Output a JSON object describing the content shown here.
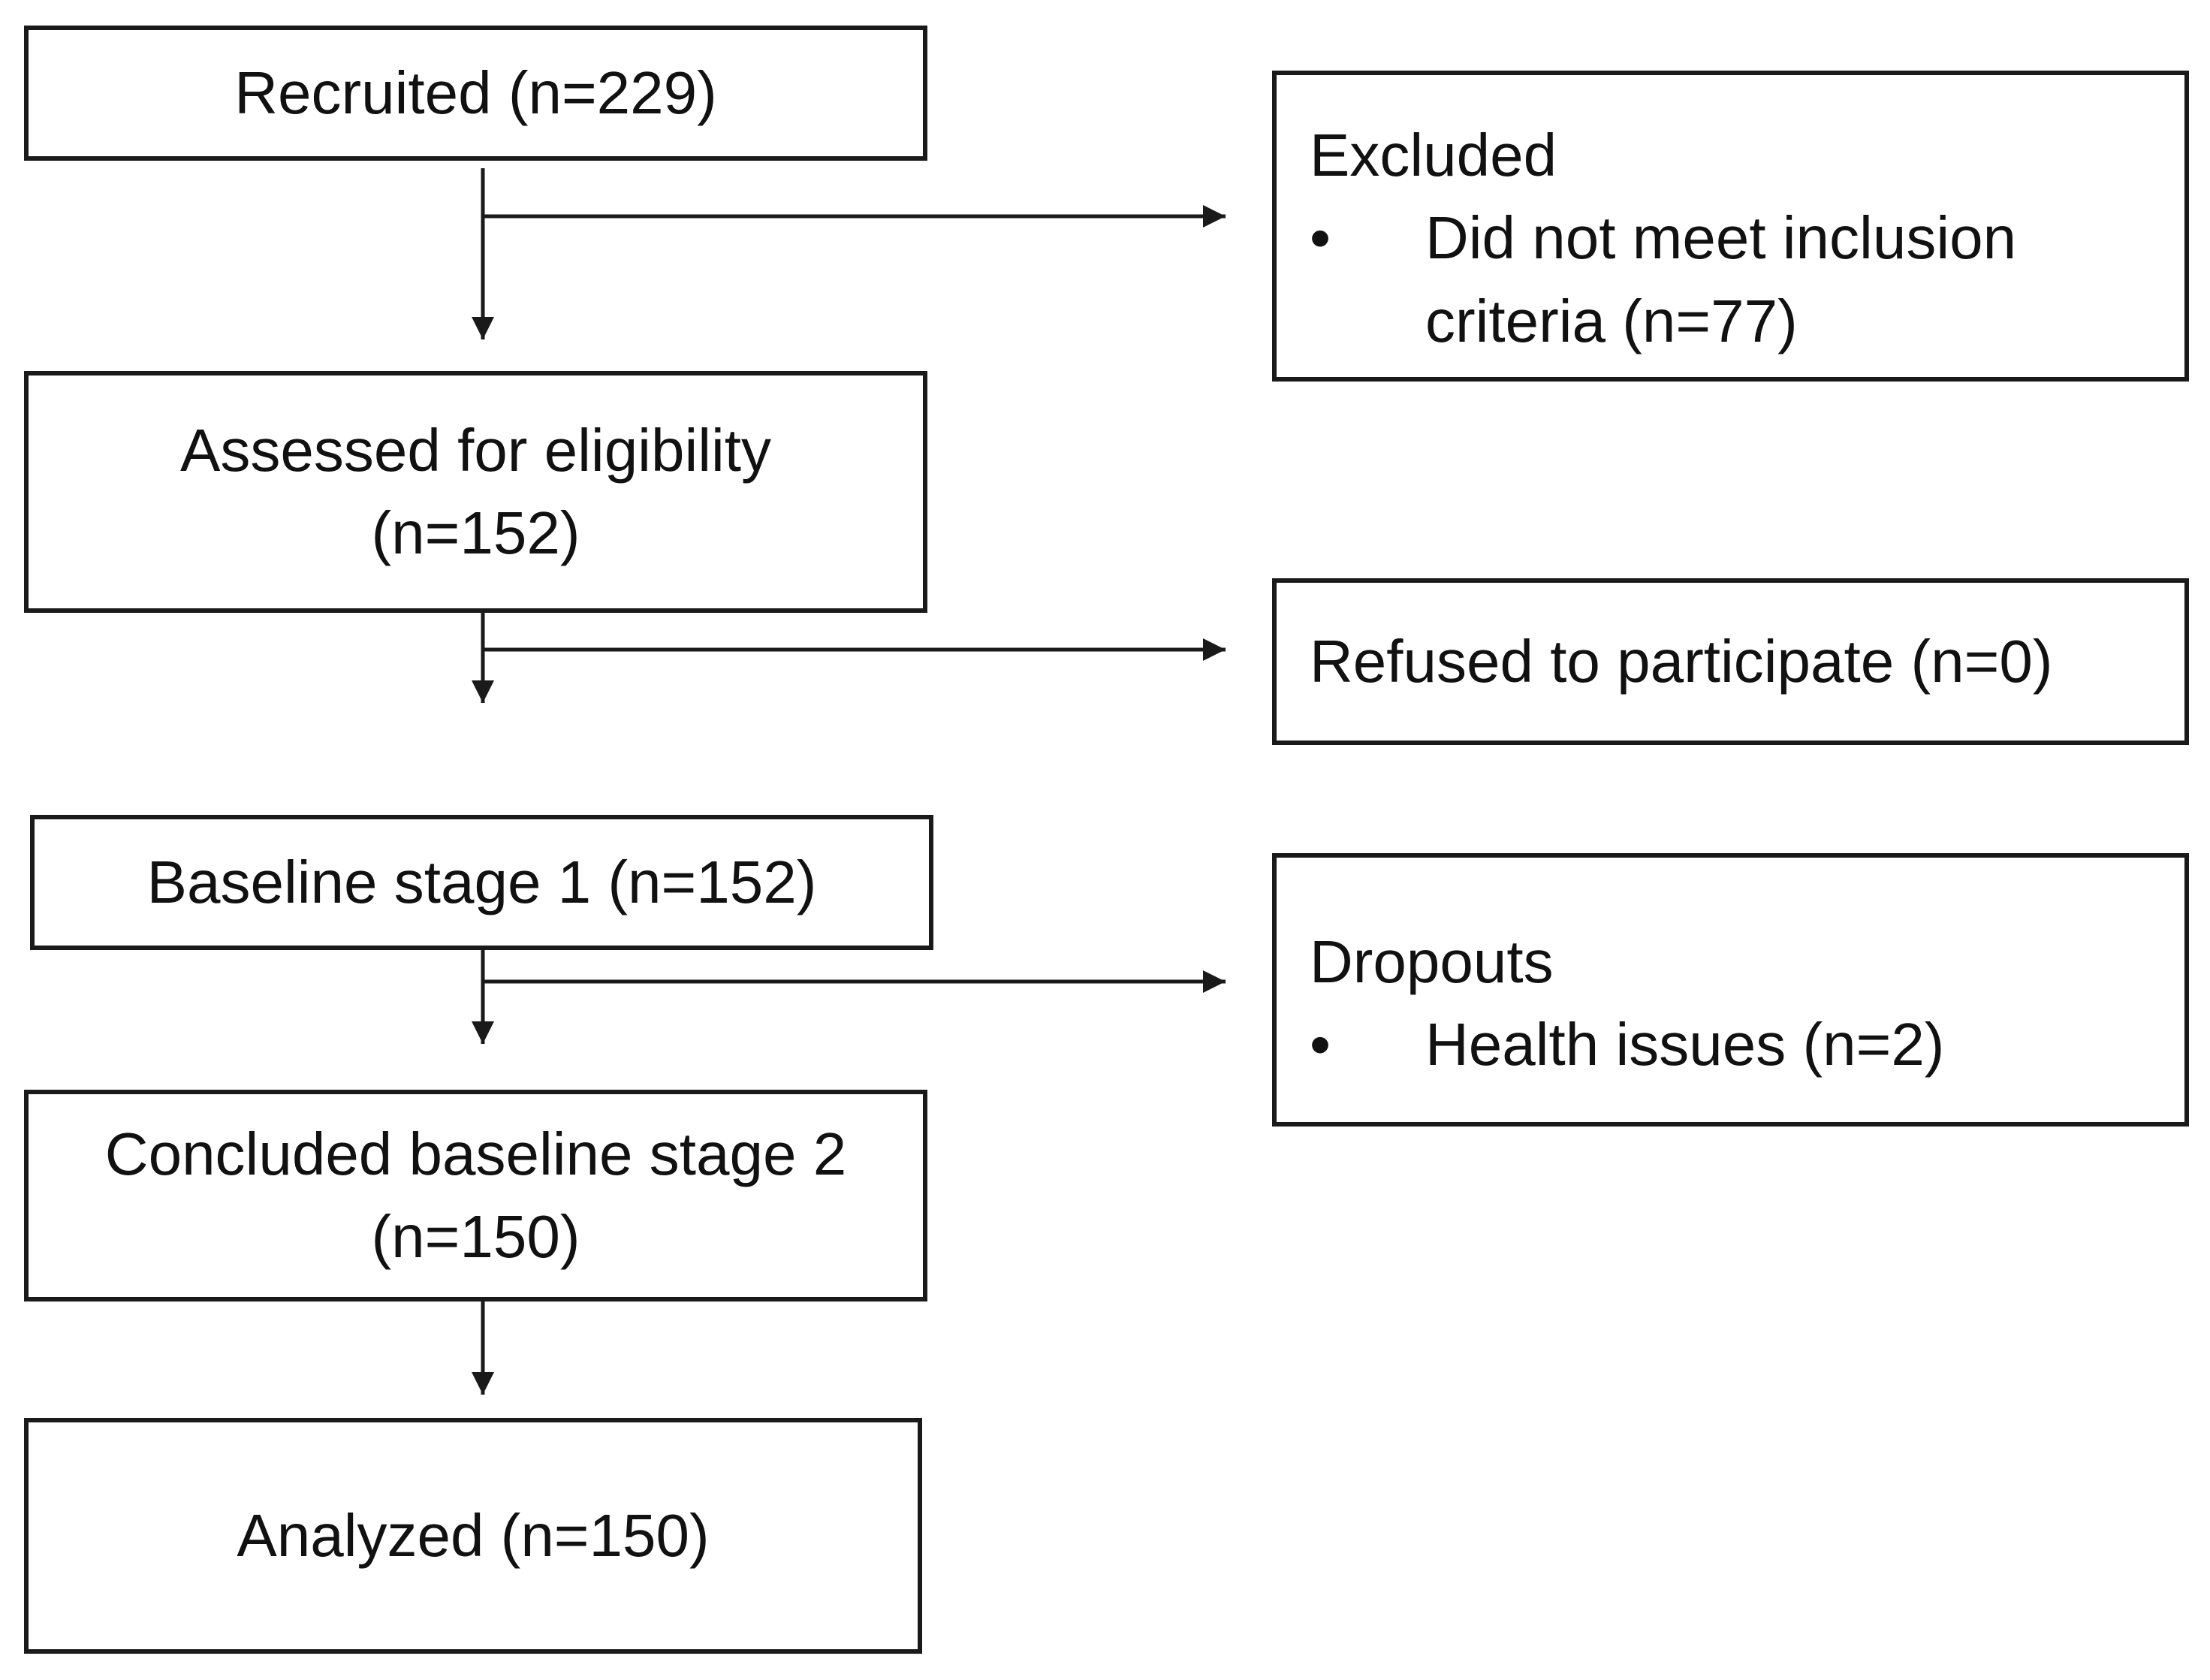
{
  "flow": {
    "recruited": "Recruited (n=229)",
    "assessed_line1": "Assessed for eligibility",
    "assessed_line2": "(n=152)",
    "baseline1": "Baseline stage 1 (n=152)",
    "concluded_line1": "Concluded baseline stage 2",
    "concluded_line2": "(n=150)",
    "analyzed": "Analyzed (n=150)"
  },
  "side": {
    "excluded_title": "Excluded",
    "excluded_bullet": "•",
    "excluded_item_line1": "Did not meet inclusion",
    "excluded_item_line2": "criteria (n=77)",
    "refused": "Refused to participate (n=0)",
    "dropouts_title": "Dropouts",
    "dropouts_bullet": "•",
    "dropouts_item": "Health issues (n=2)"
  },
  "colors": {
    "stroke": "#1a1a1a",
    "background": "#ffffff"
  }
}
